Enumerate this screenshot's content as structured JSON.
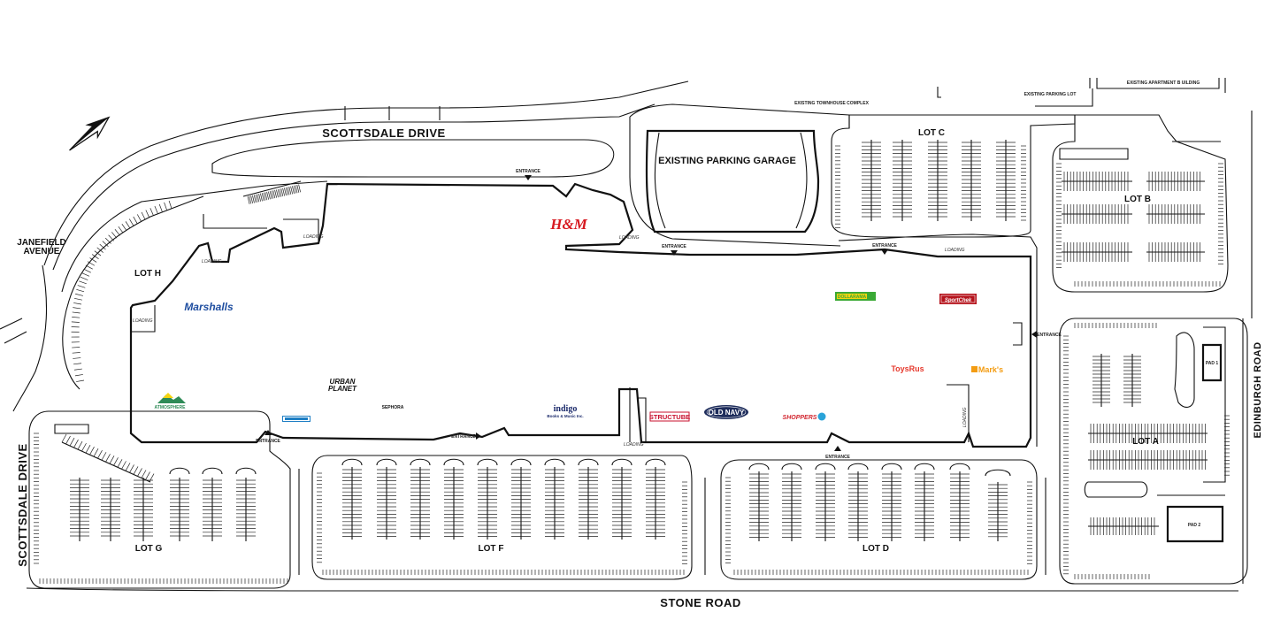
{
  "roads": {
    "scottsdale_drive_top": "SCOTTSDALE DRIVE",
    "scottsdale_drive_left": "SCOTTSDALE DRIVE",
    "janefield_line1": "JANEFIELD",
    "janefield_line2": "AVENUE",
    "stone_road": "STONE ROAD",
    "edinburgh_road": "EDINBURGH ROAD"
  },
  "lots": {
    "a": "LOT A",
    "b": "LOT B",
    "c": "LOT C",
    "d": "LOT D",
    "f": "LOT F",
    "g": "LOT G",
    "h": "LOT H"
  },
  "buildings": {
    "parking_garage": "EXISTING PARKING GARAGE",
    "townhouse": "EXISTING TOWNHOUSE COMPLEX",
    "parking_lot": "EXISTING PARKING LOT",
    "apartment": "EXISTING APARTMENT B UILDING"
  },
  "entrance_label": "ENTRANCE",
  "loading_label": "LOADING",
  "stores": {
    "hm": "H&M",
    "marshalls": "Marshalls",
    "urban_planet_line1": "URBAN",
    "urban_planet_line2": "PLANET",
    "sephora": "SEPHORA",
    "atmosphere": "ATMOSPHERE",
    "indigo": "indigo",
    "indigo_sub": "Books & Music Inc.",
    "structube": "STRUCTUBE",
    "old_navy": "OLD NAVY",
    "shoppers": "SHOPPERS",
    "dollarama": "DOLLARAMA",
    "sport_chek": "SportChek",
    "toys_r_us": "ToysRus",
    "marks": "Mark's"
  },
  "pads": {
    "pad_1": "PAD 1",
    "pad_2": "PAD 2"
  },
  "colors": {
    "line": "#111111",
    "hm_red": "#d71920",
    "marshalls_blue": "#1f4ea0",
    "old_navy_navy": "#1d2c5b",
    "structube_red": "#c8102e",
    "shoppers_red": "#d22630",
    "dollarama_green": "#3aa935",
    "dollarama_yellow": "#f5d40f",
    "sport_chek_red": "#b5121b",
    "marks_orange": "#f39c12",
    "atmosphere_green": "#2e8b57",
    "indigo_blue": "#1b2a6b"
  }
}
